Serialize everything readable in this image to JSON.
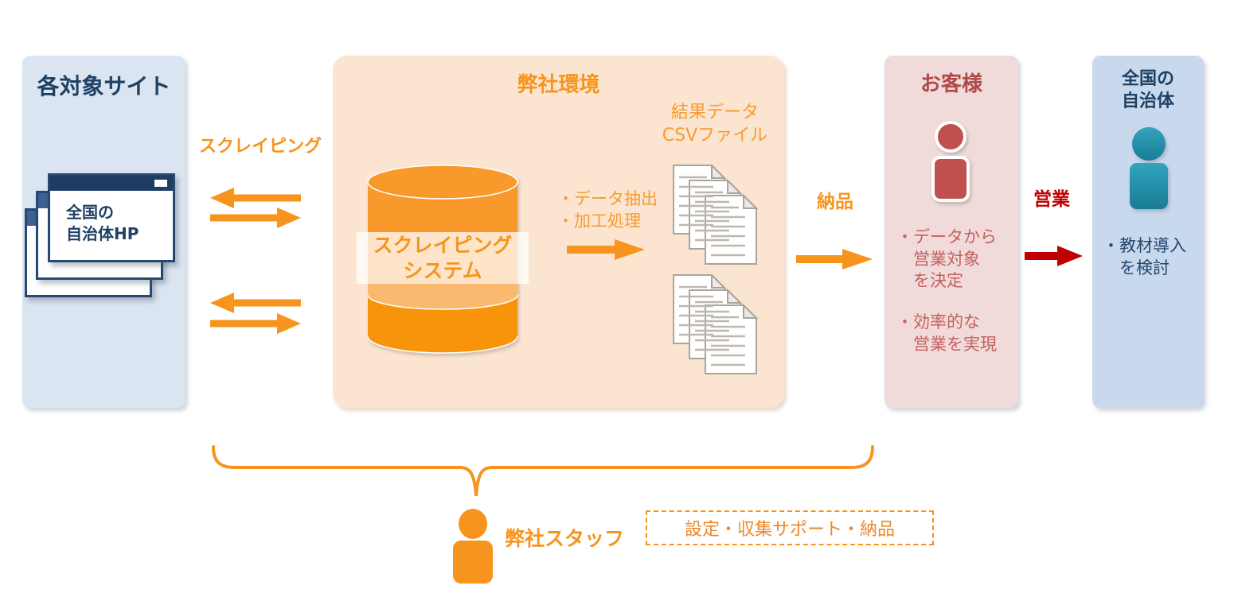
{
  "sites_panel": {
    "title": "各対象サイト",
    "window_label": "全国の\n自治体HP"
  },
  "company_panel": {
    "title": "弊社環境",
    "system_label": "スクレイピング\nシステム",
    "process_note": "・データ抽出\n・加工処理",
    "output_label": "結果データ\nCSVファイル"
  },
  "customer_panel": {
    "title": "お客様",
    "note1": "・データから\n営業対象\nを決定",
    "note2": "・効率的な\n営業を実現"
  },
  "municipality_panel": {
    "title": "全国の\n自治体",
    "note1": "・教材導入\nを検討"
  },
  "flow_labels": {
    "scraping": "スクレイピング",
    "delivery": "納品",
    "sales": "営業"
  },
  "staff": {
    "label": "弊社スタッフ",
    "tasks": "設定・収集サポート・納品"
  },
  "colors": {
    "accent_orange": "#F7941D",
    "dark_red": "#C00000",
    "navy": "#1E4164",
    "customer_red": "#C0504D",
    "teal": "#2B9AB5",
    "panel_blue": "#DBE5F1",
    "panel_peach": "#FCE5D0",
    "panel_pink": "#F0DBDA",
    "panel_blue_dark": "#C9D9ED"
  }
}
